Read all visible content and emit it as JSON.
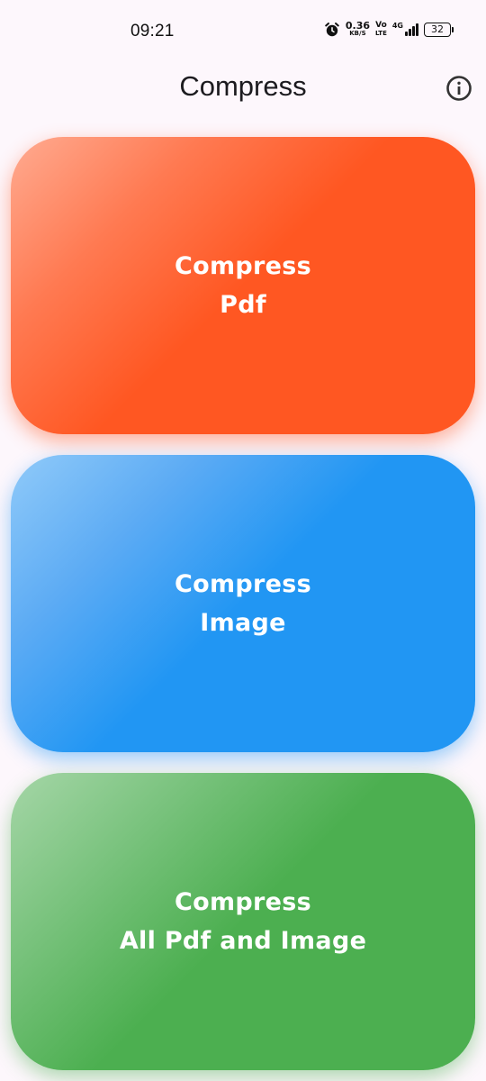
{
  "status_bar": {
    "time": "09:21",
    "net_speed_value": "0.36",
    "net_speed_unit": "KB/S",
    "volte_top": "Vo",
    "volte_bottom": "LTE",
    "network_type": "4G",
    "battery_level": "32",
    "icons": [
      "alarm-icon",
      "volte-icon",
      "signal-icon",
      "battery-icon"
    ]
  },
  "app_bar": {
    "title": "Compress",
    "info_icon": "info-icon"
  },
  "cards": {
    "pdf": {
      "line1": "Compress",
      "line2": "Pdf",
      "color": "#ff5722"
    },
    "image": {
      "line1": "Compress",
      "line2": "Image",
      "color": "#2196f3"
    },
    "all": {
      "line1": "Compress",
      "line2": "All Pdf and Image",
      "color": "#4caf50"
    }
  }
}
